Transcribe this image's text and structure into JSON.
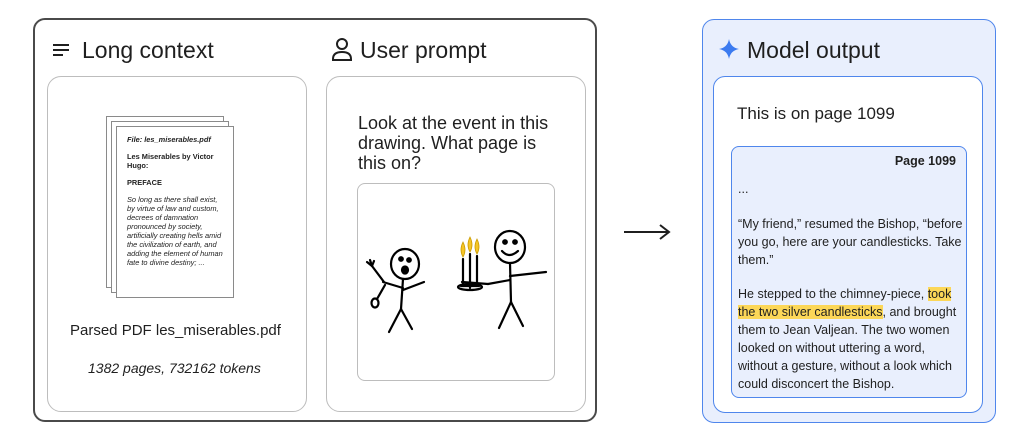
{
  "input_panel": {
    "long_context": {
      "title": "Long context",
      "icon": "list-icon",
      "document": {
        "file_label": "File: les_miserables.pdf",
        "book_title": "Les Miserables by Victor Hugo:",
        "section": "PREFACE",
        "excerpt": "So long as there shall exist, by virtue of law and custom, decrees of damnation pronounced by society, artificially creating hells amid the civilization of earth, and adding the element of human fate to divine destiny; ..."
      },
      "caption": "Parsed PDF les_miserables.pdf",
      "stats": "1382 pages, 732162 tokens"
    },
    "user_prompt": {
      "title": "User prompt",
      "icon": "person-icon",
      "text": "Look at the event in this drawing. What page is this on?"
    }
  },
  "arrow": "→",
  "output_panel": {
    "title": "Model output",
    "icon": "sparkle-icon",
    "accent_color": "#4f86ec",
    "answer": "This is on page 1099",
    "page": {
      "label": "Page 1099",
      "ellipsis": "...",
      "paragraph1": "“My friend,” resumed the Bishop, “before you go, here are your candlesticks. Take them.”",
      "paragraph2_before": "He stepped to the chimney-piece, ",
      "paragraph2_highlight": "took the two silver candlesticks",
      "paragraph2_after": ", and brought them to Jean Valjean. The two women looked on without uttering a word, without a gesture, without a look which could disconcert the Bishop.",
      "highlight_color": "#fcd758"
    }
  }
}
